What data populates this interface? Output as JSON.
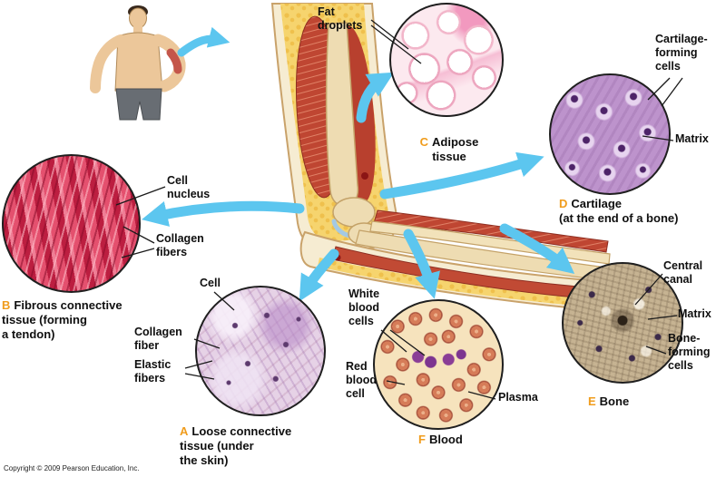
{
  "page": {
    "copyright": "Copyright © 2009 Pearson Education, Inc."
  },
  "colors": {
    "letter_accent": "#f09c1c",
    "arrow_blue": "#5cc6ef"
  },
  "panels": {
    "a": {
      "letter": "A",
      "title": "Loose connective\ntissue (under\nthe skin)"
    },
    "b": {
      "letter": "B",
      "title": "Fibrous connective\ntissue (forming\na tendon)"
    },
    "c": {
      "letter": "C",
      "title": "Adipose\ntissue"
    },
    "d": {
      "letter": "D",
      "title": "Cartilage\n(at the end of a bone)"
    },
    "e": {
      "letter": "E",
      "title": "Bone"
    },
    "f": {
      "letter": "F",
      "title": "Blood"
    }
  },
  "callouts": {
    "fat_droplets": "Fat droplets",
    "cartilage_forming_cells": "Cartilage-forming cells",
    "matrix_cartilage": "Matrix",
    "cell_nucleus": "Cell nucleus",
    "collagen_fibers": "Collagen fibers",
    "cell": "Cell",
    "collagen_fiber": "Collagen fiber",
    "elastic_fibers": "Elastic fibers",
    "white_blood_cells": "White blood cells",
    "red_blood_cell": "Red blood cell",
    "plasma": "Plasma",
    "central_canal": "Central canal",
    "matrix_bone": "Matrix",
    "bone_forming_cells": "Bone-forming cells"
  }
}
